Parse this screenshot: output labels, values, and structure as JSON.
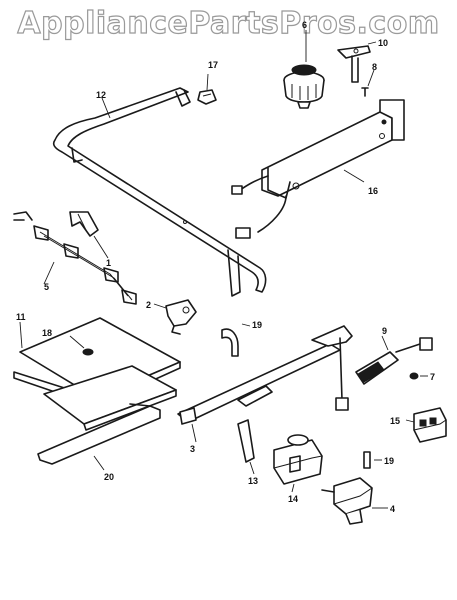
{
  "watermark": "AppliancePartsPros.com",
  "callouts": {
    "c1": "1",
    "c2": "2",
    "c3": "3",
    "c4": "4",
    "c5": "5",
    "c6": "6",
    "c7": "7",
    "c8": "8",
    "c9": "9",
    "c10": "10",
    "c11": "11",
    "c12": "12",
    "c13": "13",
    "c14": "14",
    "c15": "15",
    "c16": "16",
    "c17": "17",
    "c18": "18",
    "c19a": "19",
    "c19b": "19",
    "c20": "20"
  }
}
